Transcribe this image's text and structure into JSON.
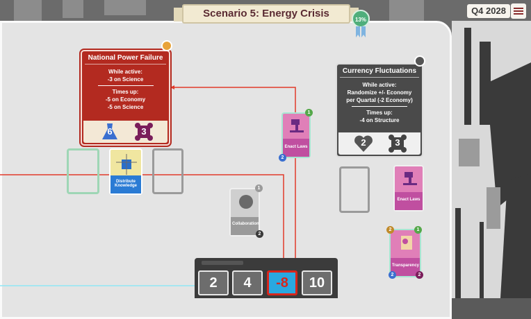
{
  "header": {
    "title": "Scenario 5: Energy Crisis",
    "progress": "13%",
    "quarter": "Q4 2028"
  },
  "events": [
    {
      "title": "National Power Failure",
      "active_heading": "While active:",
      "active_effects": [
        "-3 on Science"
      ],
      "timesup_heading": "Times up:",
      "timesup_effects": [
        "-5 on Economy",
        "-5 on Science"
      ],
      "cost_a": "6",
      "cost_b": "3"
    },
    {
      "title": "Currency Fluctuations",
      "active_heading": "While active:",
      "active_effects": [
        "Randomize +/- Economy",
        "per Quartal (-2 Economy)"
      ],
      "timesup_heading": "Times up:",
      "timesup_effects": [
        "-4 on Structure"
      ],
      "cost_a": "2",
      "cost_b": "3"
    }
  ],
  "cards": {
    "distribute": {
      "label": "Distribute Knowledge"
    },
    "enact_top": {
      "label": "Enact Laws",
      "top_badge": "1",
      "bottom_badge": "2"
    },
    "collaboration": {
      "label": "Collaboration",
      "top_badge": "1",
      "bottom_badge": "2"
    },
    "enact_right": {
      "label": "Enact Laws"
    },
    "transparency": {
      "label": "Transparency",
      "top_left_badge": "2",
      "top_right_badge": "1",
      "bottom_left_badge": "2",
      "bottom_right_badge": "2"
    }
  },
  "stats": [
    "2",
    "4",
    "-8",
    "10"
  ],
  "colors": {
    "danger": "#b32a20",
    "highlight": "#2aa8e0",
    "accent_gold": "#f2ead2"
  }
}
